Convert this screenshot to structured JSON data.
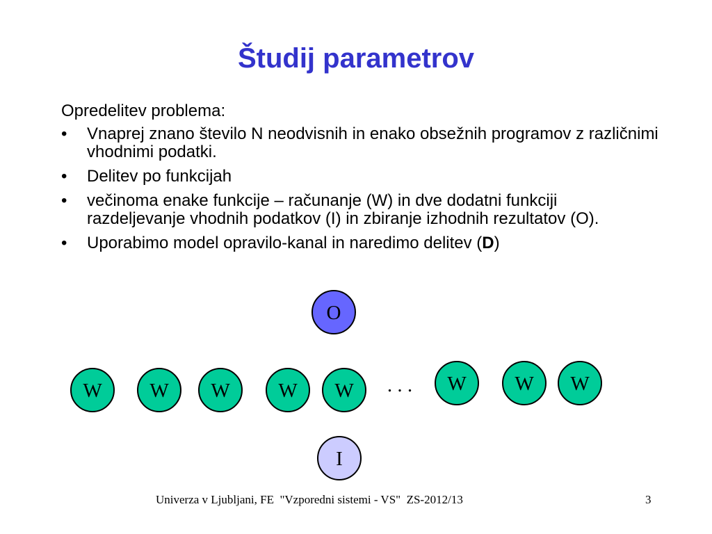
{
  "slide": {
    "title": "Študij parametrov",
    "intro": "Opredelitev problema:",
    "bullet_symbol": "•",
    "bullets": [
      "Vnaprej znano število N neodvisnih in enako obsežnih programov z različnimi vhodnimi podatki.",
      "Delitev po funkcijah",
      "večinoma enake funkcije – računanje (W) in dve dodatni funkciji razdeljevanje vhodnih podatkov (I) in zbiranje izhodnih rezultatov (O)."
    ],
    "last_bullet": {
      "prefix": "Uporabimo model opravilo-kanal in naredimo delitev (",
      "bold": "D",
      "suffix": ")"
    }
  },
  "diagram": {
    "output_node": {
      "label": "O",
      "fill": "#6666ff"
    },
    "input_node": {
      "label": "I",
      "fill": "#ccccff"
    },
    "worker_fill": "#00cc99",
    "worker_label": "W",
    "workers_left_count": 5,
    "workers_right_count": 3,
    "ellipsis": ". . ."
  },
  "footer": {
    "text": "Univerza v Ljubljani, FE  \"Vzporedni sistemi - VS\"  ZS-2012/13",
    "page": "3"
  }
}
